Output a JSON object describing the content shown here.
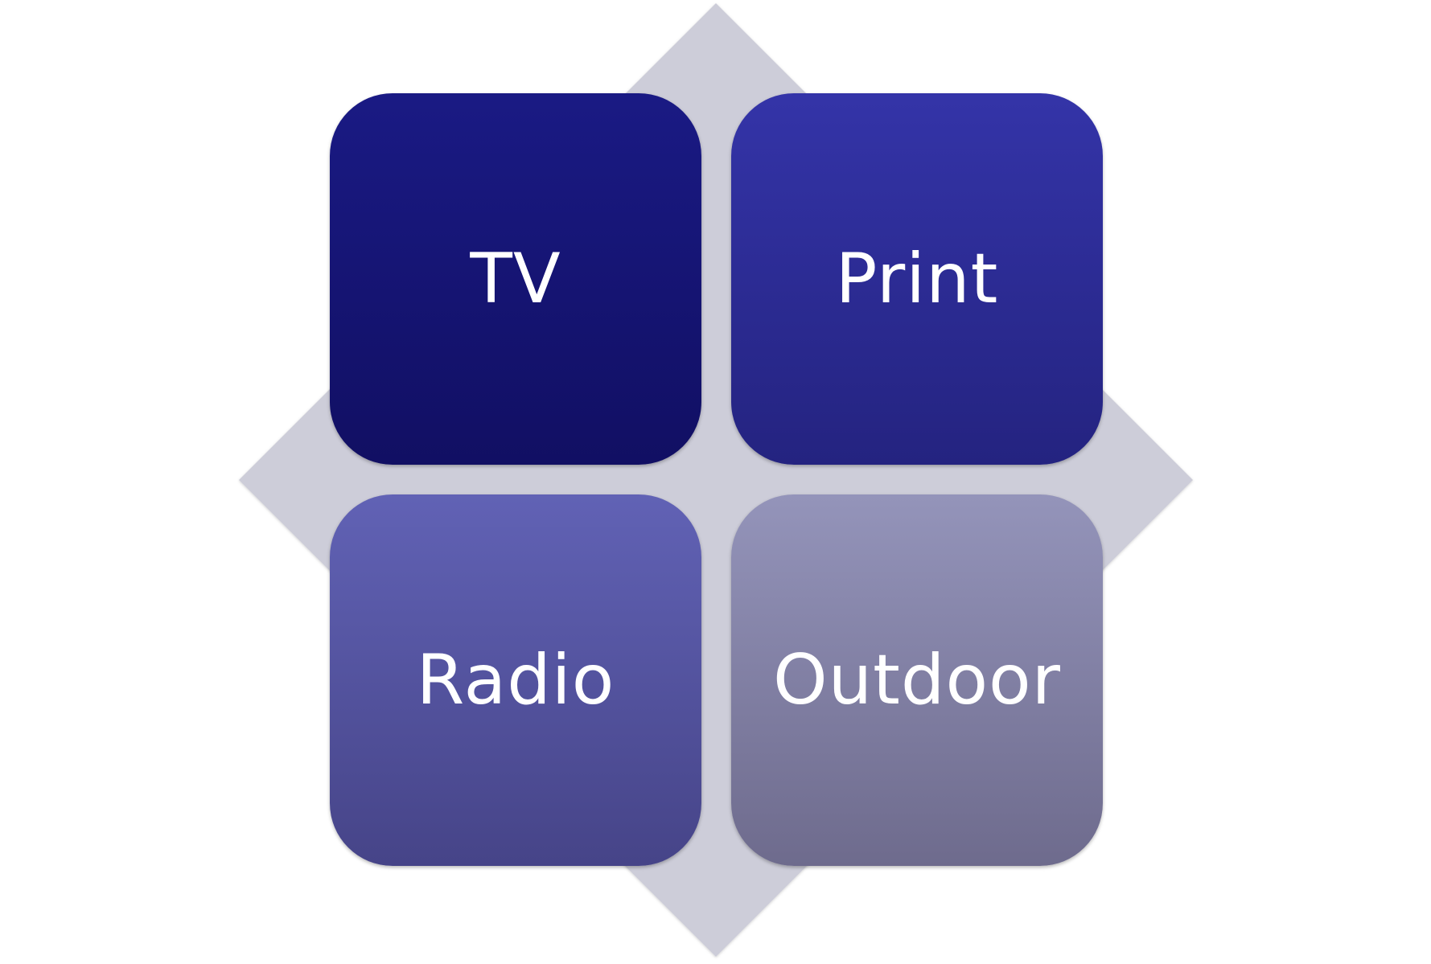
{
  "diagram": {
    "type": "matrix-2x2",
    "backdrop_color": "#cdcdd9",
    "tiles": [
      {
        "label": "TV",
        "color": "#15136f"
      },
      {
        "label": "Print",
        "color": "#2c2b94"
      },
      {
        "label": "Radio",
        "color": "#5454a0"
      },
      {
        "label": "Outdoor",
        "color": "#8484a5"
      }
    ]
  }
}
